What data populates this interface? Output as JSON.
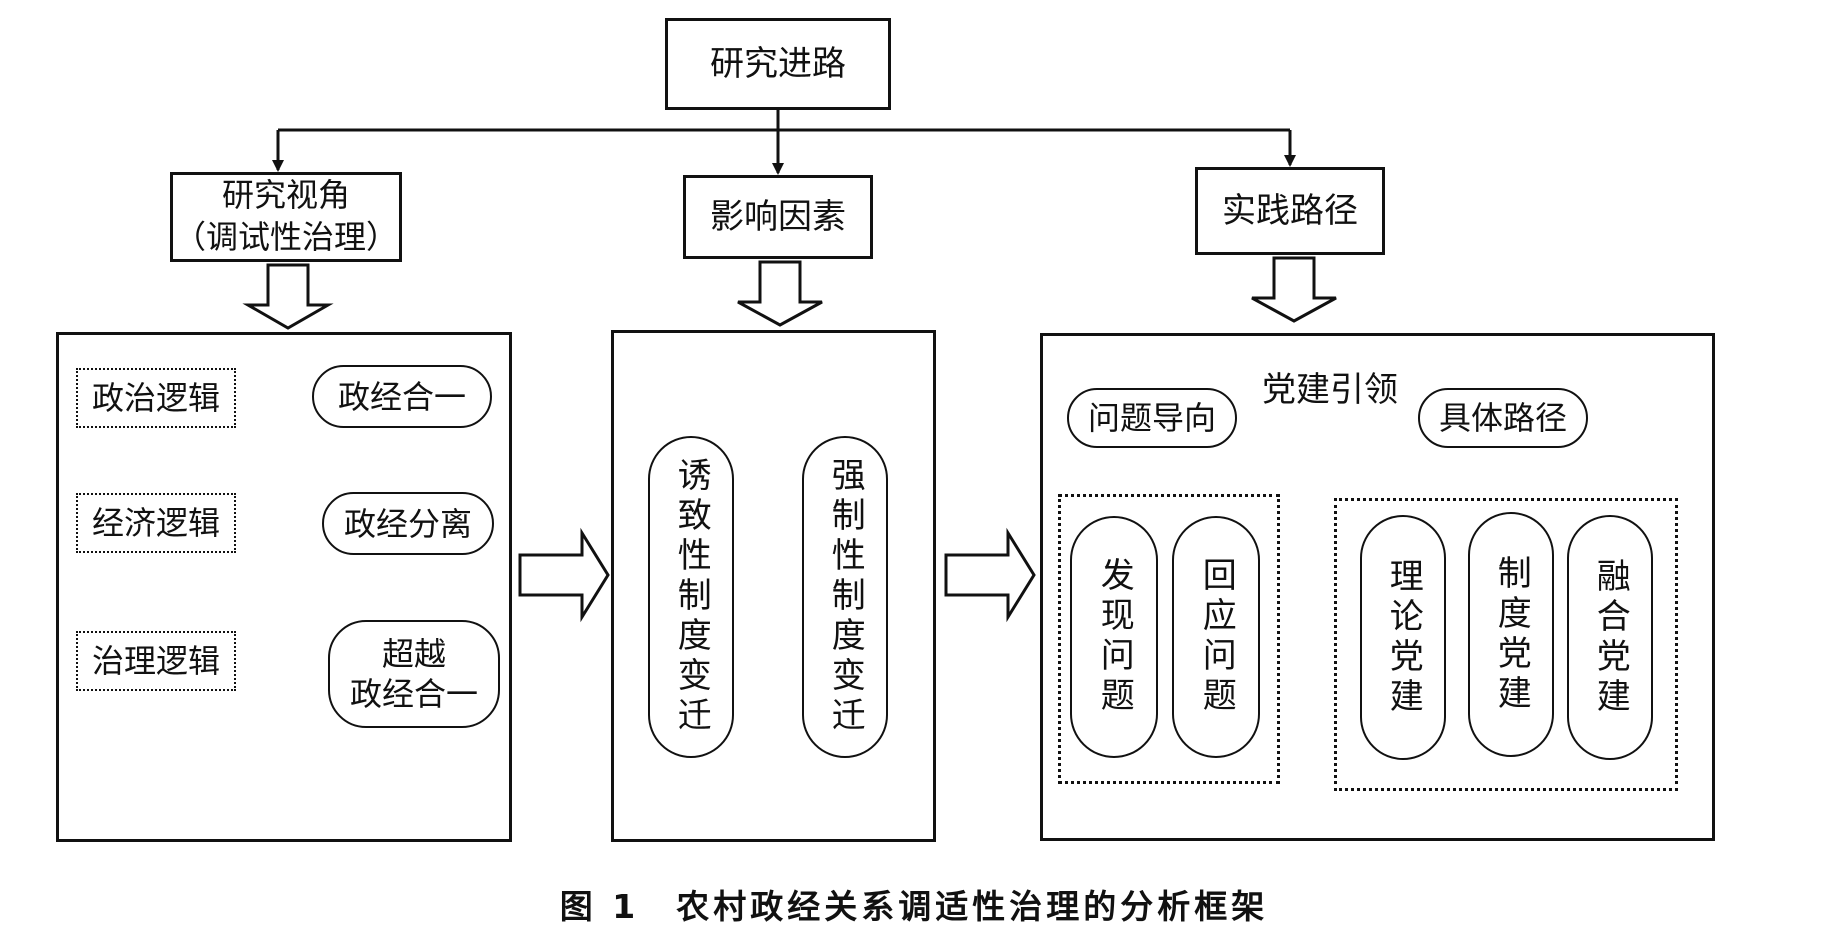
{
  "root": "研究进路",
  "perspective": {
    "line1": "研究视角",
    "line2": "（调试性治理）"
  },
  "factors": "影响因素",
  "practice": "实践路径",
  "logic": {
    "political": "政治逻辑",
    "economic": "经济逻辑",
    "governance": "治理逻辑"
  },
  "relation": {
    "unity": "政经合一",
    "separation": "政经分离",
    "beyond_line1": "超越",
    "beyond_line2": "政经合一"
  },
  "change": {
    "induced": "诱致性制度变迁",
    "forced": "强制性制度变迁"
  },
  "path": {
    "party_lead": "党建引领",
    "problem_oriented": "问题导向",
    "concrete_path": "具体路径",
    "find": "发现问题",
    "respond": "回应问题",
    "theory": "理论党建",
    "institution": "制度党建",
    "integration": "融合党建"
  },
  "caption": "图 1　农村政经关系调适性治理的分析框架"
}
